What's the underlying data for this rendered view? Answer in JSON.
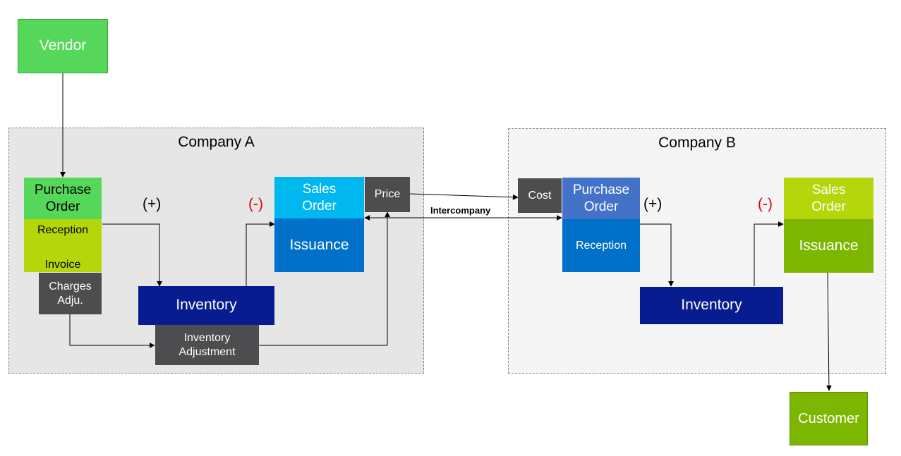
{
  "vendor": "Vendor",
  "customer": "Customer",
  "intercompany": "Intercompany",
  "company_a": {
    "title": "Company A",
    "purchase_order": "Purchase\nOrder",
    "reception": "Reception",
    "invoice": "Invoice",
    "charges_adj": "Charges\nAdju.",
    "plus": "(+)",
    "minus": "(-)",
    "sales_order": "Sales\nOrder",
    "price": "Price",
    "issuance": "Issuance",
    "inventory": "Inventory",
    "inventory_adjustment": "Inventory\nAdjustment"
  },
  "company_b": {
    "title": "Company B",
    "cost": "Cost",
    "purchase_order": "Purchase\nOrder",
    "reception": "Reception",
    "plus": "(+)",
    "minus": "(-)",
    "sales_order": "Sales\nOrder",
    "issuance": "Issuance",
    "inventory": "Inventory"
  },
  "colors": {
    "light_green": "#55d85a",
    "lime": "#b6d60c",
    "gray_box": "#4d4d4f",
    "navy": "#061c8f",
    "cyan": "#00b8f0",
    "blue": "#0070c8",
    "mid_blue": "#4472c8",
    "olive_green": "#7cb600",
    "minus_red": "#e00000",
    "group_a_fill": "#e6e6e6",
    "group_b_fill": "#f5f5f5"
  }
}
